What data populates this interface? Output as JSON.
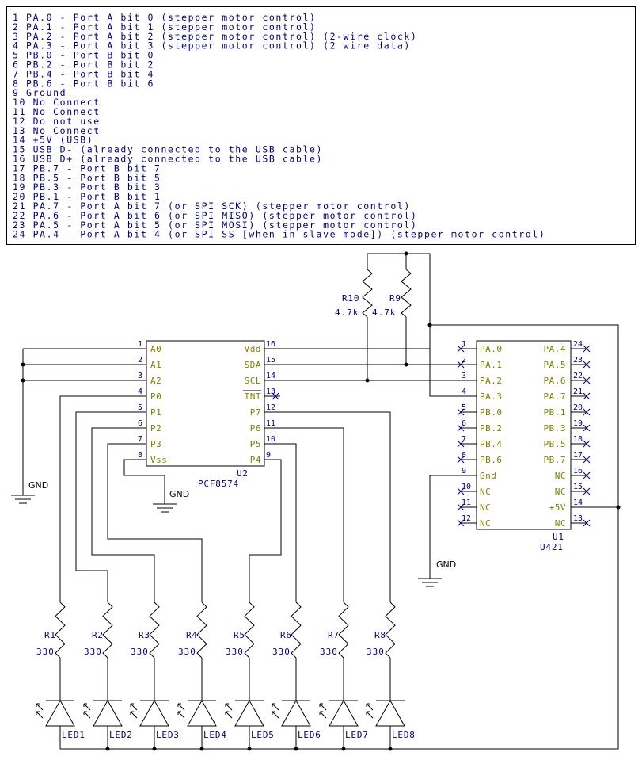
{
  "notes": [
    "1 PA.0 - Port A bit 0 (stepper motor control)",
    "2 PA.1 - Port A bit 1 (stepper motor control)",
    "3 PA.2 - Port A bit 2 (stepper motor control) (2-wire clock)",
    "4 PA.3 - Port A bit 3 (stepper motor control) (2 wire data)",
    "5 PB.0 - Port B bit 0",
    "6 PB.2 - Port B bit 2",
    "7 PB.4 - Port B bit 4",
    "8 PB.6 - Port B bit 6",
    "9 Ground",
    "10 No Connect",
    "11 No Connect",
    "12 Do not use",
    "13 No Connect",
    "14 +5V (USB)",
    "15 USB D- (already connected to the USB cable)",
    "16 USB D+ (already connected to the USB cable)",
    "17 PB.7 - Port B bit 7",
    "18 PB.5 - Port B bit 5",
    "19 PB.3 - Port B bit 3",
    "20 PB.1 - Port B bit 1",
    "21 PA.7 - Port A bit 7 (or SPI SCK) (stepper motor control)",
    "22 PA.6 - Port A bit 6 (or SPI MISO) (stepper motor control)",
    "23 PA.5 - Port A bit 5 (or SPI MOSI) (stepper motor control)",
    "24 PA.4 - Port A bit 4 (or SPI SS [when in slave mode]) (stepper motor control)"
  ],
  "u2": {
    "ref": "U2",
    "part": "PCF8574",
    "left_labels": [
      "A0",
      "A1",
      "A2",
      "P0",
      "P1",
      "P2",
      "P3",
      "Vss"
    ],
    "left_nums": [
      "1",
      "2",
      "3",
      "4",
      "5",
      "6",
      "7",
      "8"
    ],
    "right_labels": [
      "Vdd",
      "SDA",
      "SCL",
      "INT",
      "P7",
      "P6",
      "P5",
      "P4"
    ],
    "right_nums": [
      "16",
      "15",
      "14",
      "13",
      "12",
      "11",
      "10",
      "9"
    ]
  },
  "u1": {
    "ref": "U1",
    "part": "U421",
    "left_labels": [
      "PA.0",
      "PA.1",
      "PA.2",
      "PA.3",
      "PB.0",
      "PB.2",
      "PB.4",
      "PB.6",
      "Gnd",
      "NC",
      "NC",
      "NC"
    ],
    "left_nums": [
      "1",
      "2",
      "3",
      "4",
      "5",
      "6",
      "7",
      "8",
      "9",
      "10",
      "11",
      "12"
    ],
    "right_labels": [
      "PA.4",
      "PA.5",
      "PA.6",
      "PA.7",
      "PB.1",
      "PB.3",
      "PB.5",
      "PB.7",
      "NC",
      "NC",
      "+5V",
      "NC"
    ],
    "right_nums": [
      "24",
      "23",
      "22",
      "21",
      "20",
      "19",
      "18",
      "17",
      "16",
      "15",
      "14",
      "13"
    ]
  },
  "pullups": [
    {
      "ref": "R10",
      "value": "4.7k"
    },
    {
      "ref": "R9",
      "value": "4.7k"
    }
  ],
  "resistors": [
    {
      "ref": "R1",
      "value": "330"
    },
    {
      "ref": "R2",
      "value": "330"
    },
    {
      "ref": "R3",
      "value": "330"
    },
    {
      "ref": "R4",
      "value": "330"
    },
    {
      "ref": "R5",
      "value": "330"
    },
    {
      "ref": "R6",
      "value": "330"
    },
    {
      "ref": "R7",
      "value": "330"
    },
    {
      "ref": "R8",
      "value": "330"
    }
  ],
  "leds": [
    "LED1",
    "LED2",
    "LED3",
    "LED4",
    "LED5",
    "LED6",
    "LED7",
    "LED8"
  ],
  "gnd_labels": [
    "GND",
    "GND",
    "GND"
  ]
}
